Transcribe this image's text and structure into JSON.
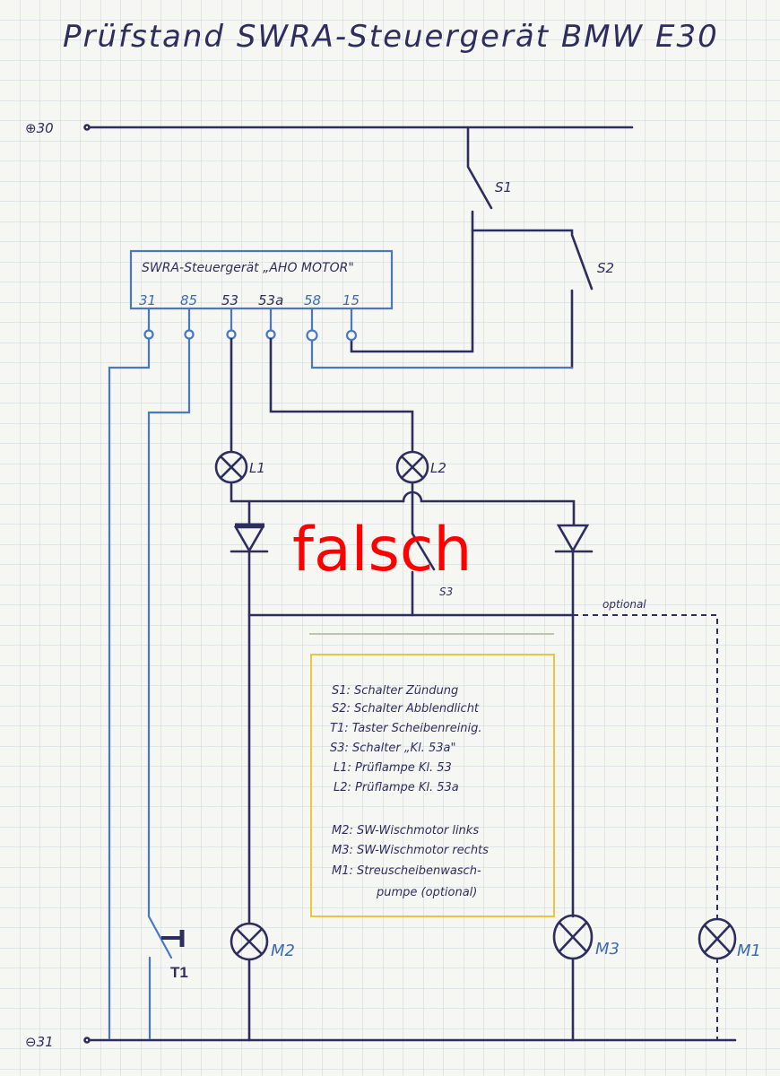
{
  "title": "Prüfstand SWRA-Steuergerät BMW E30",
  "supply": {
    "plus_label": "⊕30",
    "minus_label": "⊖31"
  },
  "control_unit": {
    "title": "SWRA-Steuergerät „AHO MOTOR\"",
    "terminals": [
      "31",
      "85",
      "53",
      "53a",
      "58",
      "15"
    ]
  },
  "components": {
    "s1": "S1",
    "s2": "S2",
    "s3": "S3",
    "t1": "T1",
    "l1": "L1",
    "l2": "L2",
    "m1": "M1",
    "m2": "M2",
    "m3": "M3"
  },
  "optional_label": "optional",
  "overlay_text": "falsch",
  "legend": [
    "S1: Schalter Zündung",
    "S2: Schalter Abblendlicht",
    "T1: Taster Scheibenreinig.",
    "S3: Schalter „Kl. 53a\"",
    "L1: Prüflampe Kl. 53",
    "L2: Prüflampe Kl. 53a",
    "",
    "M2: SW-Wischmotor links",
    "M3: SW-Wischmotor rechts",
    "M1: Streuscheibenwasch-",
    "pumpe (optional)"
  ],
  "colors": {
    "ink": "#2e2e5e",
    "blue_ink": "#4a78c0",
    "overlay": "#ff0000",
    "legend_border": "#e8c640",
    "grid": "#c9d3dc"
  }
}
